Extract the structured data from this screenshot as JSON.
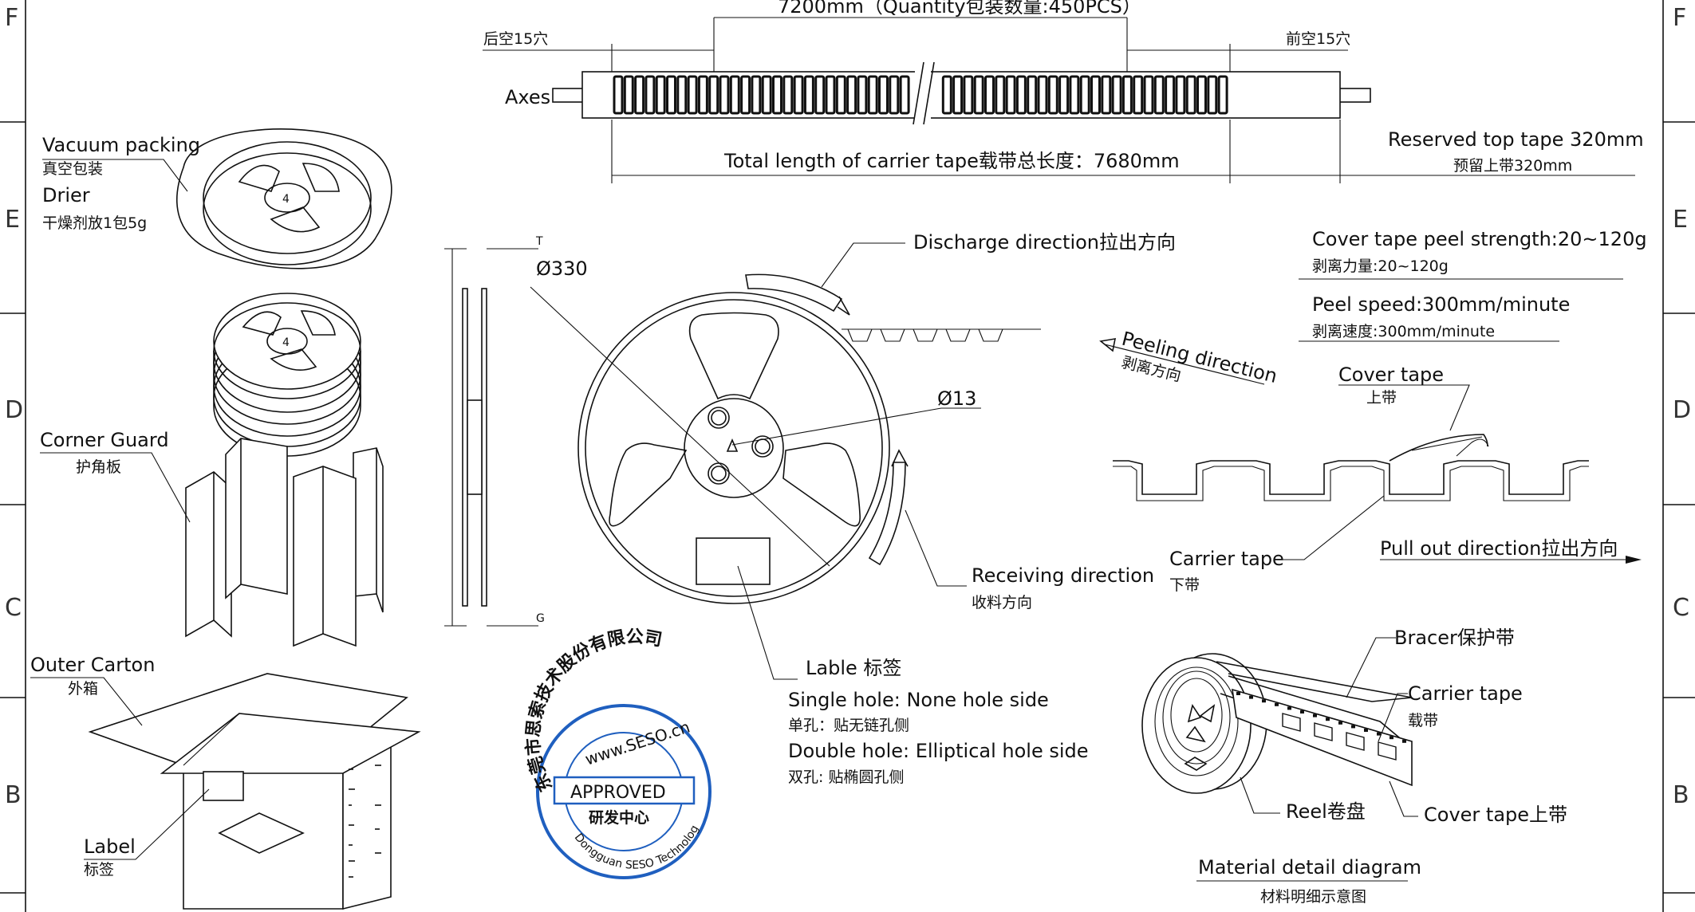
{
  "zones": {
    "left": [
      "F",
      "E",
      "D",
      "C",
      "B"
    ],
    "right": [
      "F",
      "E",
      "D",
      "C",
      "B"
    ]
  },
  "tape": {
    "quantity": "7200mm（Quantity包装数量:450PCS）",
    "back_empty": "后空15穴",
    "front_empty": "前空15穴",
    "axes": "Axes",
    "total_length": "Total length of carrier tape载带总长度：7680mm",
    "reserved_top": "Reserved top tape 320mm",
    "reserved_top_cn": "预留上带320mm"
  },
  "packing": {
    "vacuum": "Vacuum packing",
    "vacuum_cn": "真空包装",
    "drier": "Drier",
    "drier_cn": "干燥剂放1包5g",
    "corner_guard": "Corner Guard",
    "corner_guard_cn": "护角板",
    "outer_carton": "Outer Carton",
    "outer_carton_cn": "外箱",
    "label": "Label",
    "label_cn": "标签"
  },
  "reel": {
    "thickness_top": "T",
    "thickness_bottom": "G",
    "dia_330": "Ø330",
    "dia_13": "Ø13",
    "hub_number": "4",
    "discharge": "Discharge direction拉出方向",
    "receiving": "Receiving direction",
    "receiving_cn": "收料方向",
    "lable": "Lable 标签",
    "single_hole": "Single hole: None hole side",
    "single_hole_cn": "单孔：贴无链孔侧",
    "double_hole": "Double hole: Elliptical hole side",
    "double_hole_cn": "双孔: 贴椭圆孔侧"
  },
  "stamp": {
    "top_text": "东莞市思索技术股份有限公司",
    "url": "www.SESO.cn",
    "approved": "APPROVED",
    "dept": "研发中心",
    "bottom_text": "Dongguan SESO Technology Co.,Ltd.",
    "color": "#1f5fbf"
  },
  "peel": {
    "cover_strength": "Cover tape peel strength:20~120g",
    "cover_strength_cn": "剥离力量:20~120g",
    "peel_speed": "Peel speed:300mm/minute",
    "peel_speed_cn": "剥离速度:300mm/minute",
    "peeling_direction": "Peeling direction",
    "peeling_direction_cn": "剥离方向",
    "cover_tape": "Cover tape",
    "cover_tape_cn": "上带",
    "carrier_tape": "Carrier tape",
    "carrier_tape_cn": "下带",
    "pull_out": "Pull out direction拉出方向"
  },
  "material": {
    "bracer": "Bracer保护带",
    "carrier_tape": "Carrier tape",
    "carrier_tape_cn": "载带",
    "reel": "Reel卷盘",
    "cover_tape": "Cover tape上带",
    "title": "Material detail diagram",
    "title_cn": "材料明细示意图"
  }
}
